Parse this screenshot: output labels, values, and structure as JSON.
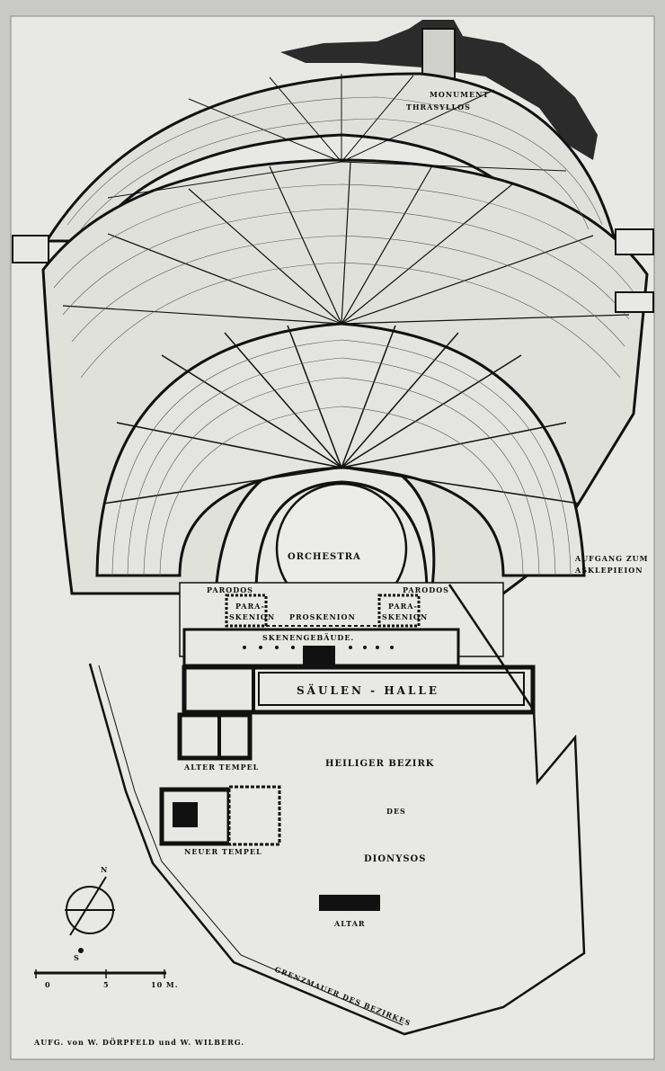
{
  "labels": {
    "orchestra": "ORCHESTRA",
    "parodos_left": "PARODOS",
    "parodos_right": "PARODOS",
    "paraskenion_left_1": "PARA-",
    "paraskenion_left_2": "SKENION",
    "paraskenion_right_1": "PARA-",
    "paraskenion_right_2": "SKENION",
    "proskenion": "PROSKENION",
    "skenengebaeude": "SKENENGEBÄUDE.",
    "saeulenhalle": "SÄULEN - HALLE",
    "alter_tempel": "ALTER TEMPEL",
    "neuer_tempel": "NEUER TEMPEL",
    "heiliger_bezirk": "HEILIGER BEZIRK",
    "des": "DES",
    "dionysos": "DIONYSOS",
    "altar": "ALTAR",
    "grenzmauer": "GRENZMAUER DES BEZIRKES",
    "monument_1": "MONUMENT",
    "monument_2": "THRASYLLOS",
    "aufgang_1": "AUFGANG ZUM",
    "aufgang_2": "ASKLEPIEION",
    "compass_n": "N",
    "compass_s": "S",
    "scale_start": "0",
    "scale_mid": "5",
    "scale_end": "10 M.",
    "credit": "AUFG. von W. DÖRPFELD und W. WILBERG."
  },
  "colors": {
    "paper": "#e8e8e4",
    "ink": "#111111",
    "rock": "#2b2b2b"
  }
}
